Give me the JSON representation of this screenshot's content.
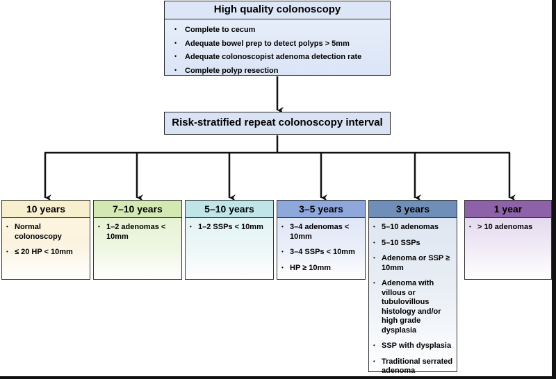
{
  "top": {
    "title": "High quality colonoscopy",
    "items": [
      "Complete to cecum",
      "Adequate bowel prep to detect polyps > 5mm",
      "Adequate colonoscopist adenoma detection rate",
      "Complete polyp resection"
    ]
  },
  "middle": {
    "title": "Risk-stratified repeat colonoscopy interval"
  },
  "intervals": [
    {
      "title": "10 years",
      "items": [
        "Normal colonoscopy",
        "≤ 20 HP < 10mm"
      ]
    },
    {
      "title": "7–10 years",
      "items": [
        "1–2 adenomas < 10mm"
      ]
    },
    {
      "title": "5–10 years",
      "items": [
        "1–2 SSPs < 10mm"
      ]
    },
    {
      "title": "3–5 years",
      "items": [
        "3–4 adenomas < 10mm",
        "3–4 SSPs < 10mm",
        "HP ≥ 10mm"
      ]
    },
    {
      "title": "3 years",
      "items": [
        "5–10 adenomas",
        "5–10 SSPs",
        "Adenoma or SSP ≥ 10mm",
        "Adenoma with villous or tubulovillous histology and/or high grade dysplasia",
        "SSP with dysplasia",
        "Traditional serrated adenoma"
      ]
    },
    {
      "title": "1 year",
      "items": [
        "> 10 adenomas"
      ]
    }
  ]
}
